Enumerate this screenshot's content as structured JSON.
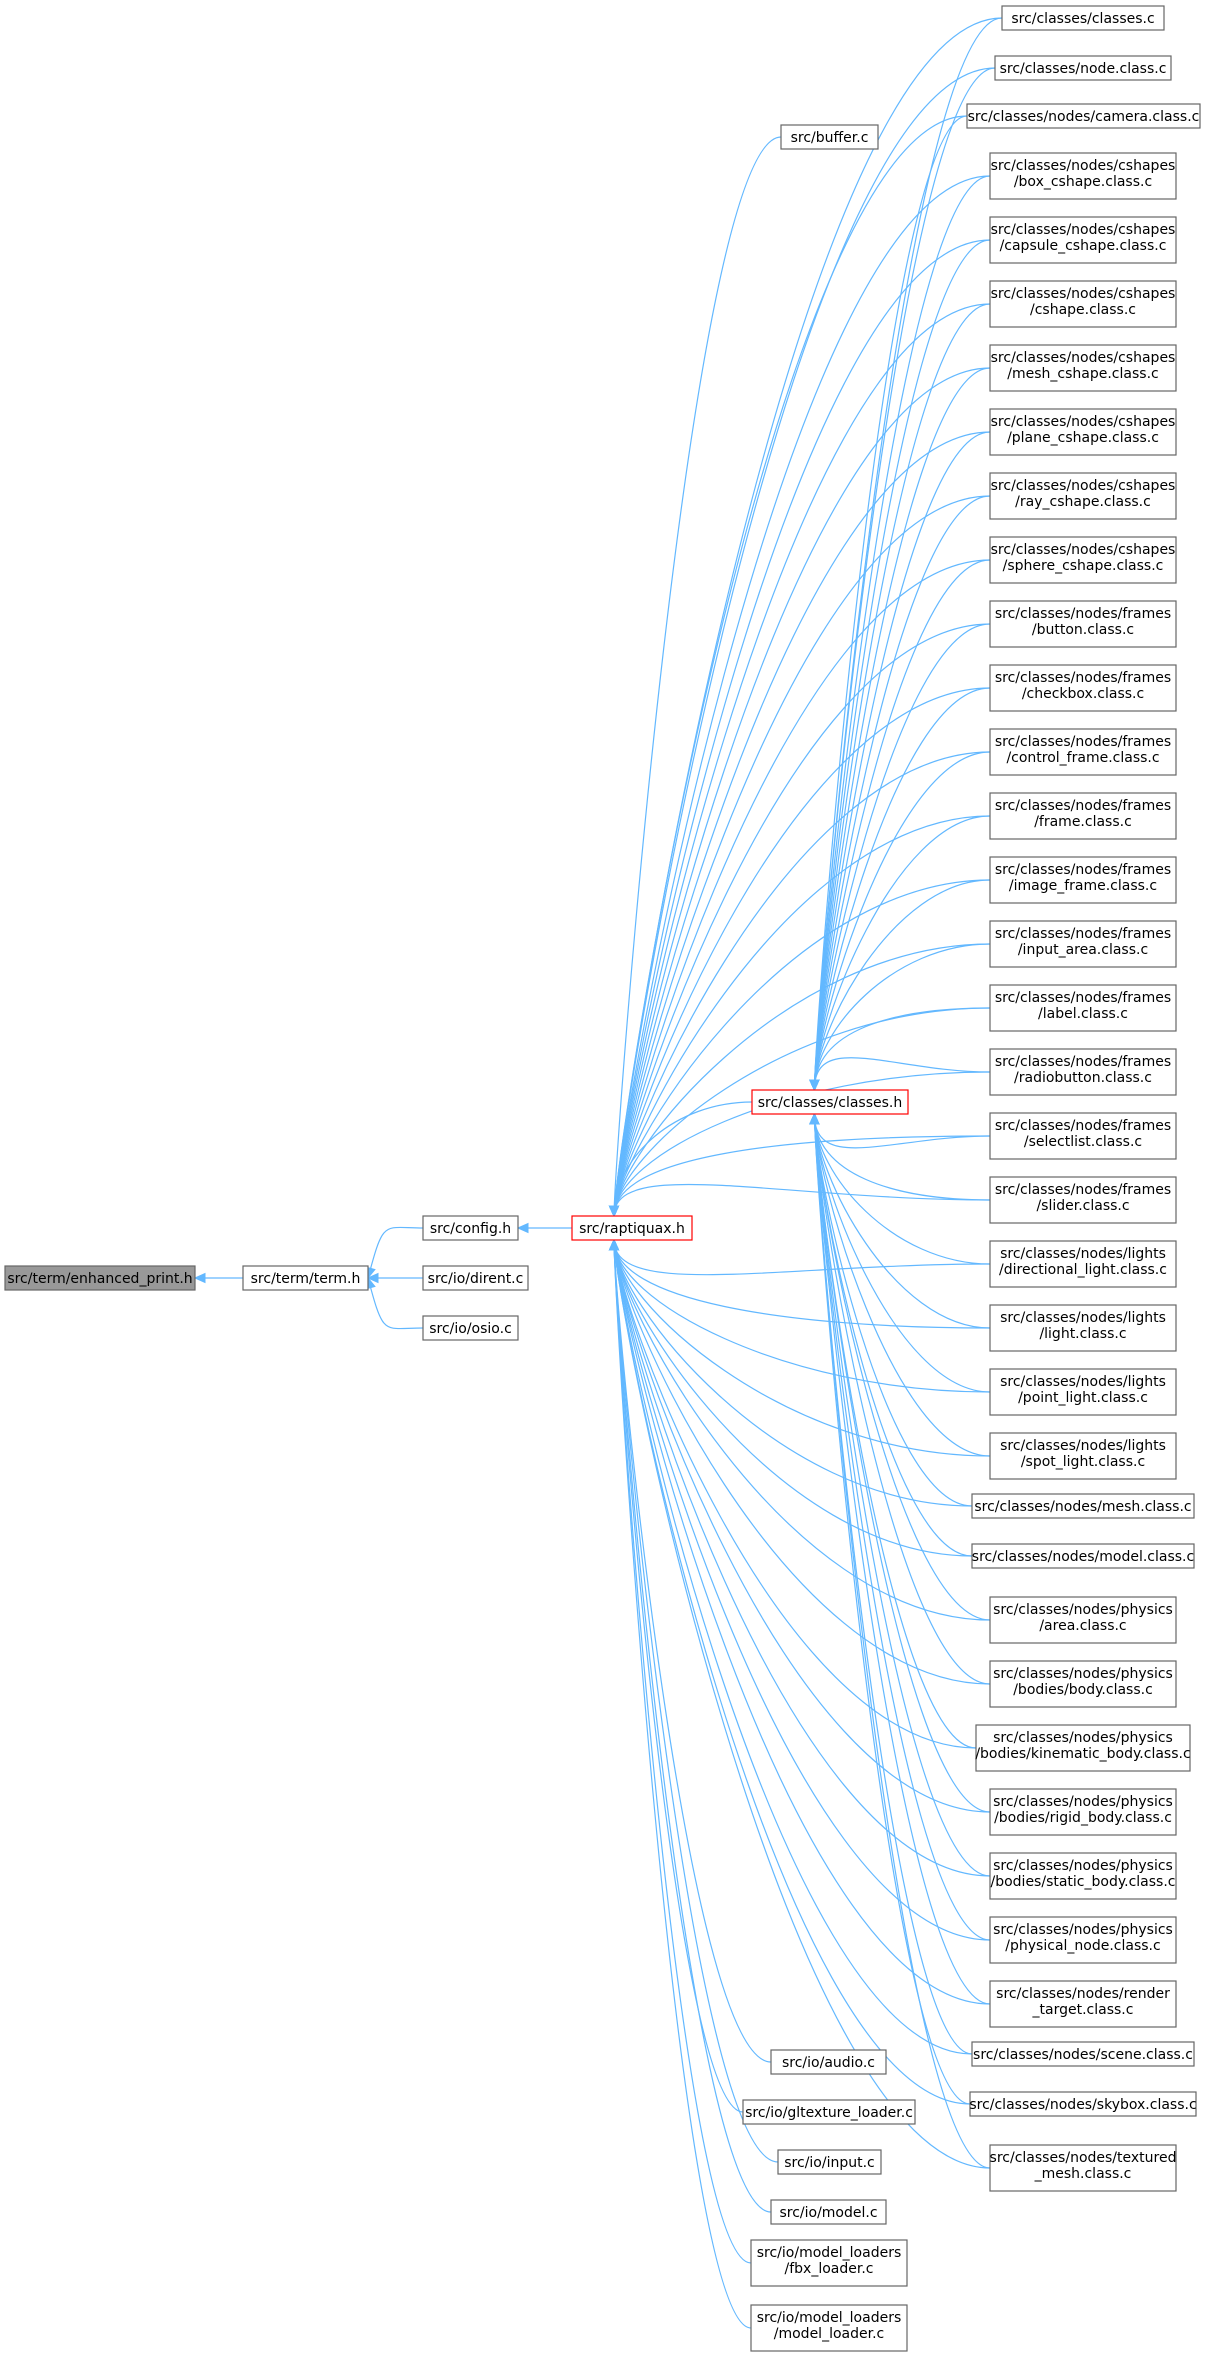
{
  "graph": {
    "nodes": [
      {
        "id": "enhanced_print",
        "lines": [
          "src/term/enhanced_print.h"
        ],
        "style": "root"
      },
      {
        "id": "term",
        "lines": [
          "src/term/term.h"
        ]
      },
      {
        "id": "config",
        "lines": [
          "src/config.h"
        ]
      },
      {
        "id": "dirent",
        "lines": [
          "src/io/dirent.c"
        ]
      },
      {
        "id": "osio",
        "lines": [
          "src/io/osio.c"
        ]
      },
      {
        "id": "raptiquax",
        "lines": [
          "src/raptiquax.h"
        ],
        "style": "red"
      },
      {
        "id": "classes_h",
        "lines": [
          "src/classes/classes.h"
        ],
        "style": "red"
      },
      {
        "id": "buffer",
        "lines": [
          "src/buffer.c"
        ]
      },
      {
        "id": "classes_c",
        "lines": [
          "src/classes/classes.c"
        ]
      },
      {
        "id": "node_class",
        "lines": [
          "src/classes/node.class.c"
        ]
      },
      {
        "id": "camera",
        "lines": [
          "src/classes/nodes/camera.class.c"
        ]
      },
      {
        "id": "box_cshape",
        "lines": [
          "src/classes/nodes/cshapes",
          "/box_cshape.class.c"
        ]
      },
      {
        "id": "capsule_cshape",
        "lines": [
          "src/classes/nodes/cshapes",
          "/capsule_cshape.class.c"
        ]
      },
      {
        "id": "cshape",
        "lines": [
          "src/classes/nodes/cshapes",
          "/cshape.class.c"
        ]
      },
      {
        "id": "mesh_cshape",
        "lines": [
          "src/classes/nodes/cshapes",
          "/mesh_cshape.class.c"
        ]
      },
      {
        "id": "plane_cshape",
        "lines": [
          "src/classes/nodes/cshapes",
          "/plane_cshape.class.c"
        ]
      },
      {
        "id": "ray_cshape",
        "lines": [
          "src/classes/nodes/cshapes",
          "/ray_cshape.class.c"
        ]
      },
      {
        "id": "sphere_cshape",
        "lines": [
          "src/classes/nodes/cshapes",
          "/sphere_cshape.class.c"
        ]
      },
      {
        "id": "button",
        "lines": [
          "src/classes/nodes/frames",
          "/button.class.c"
        ]
      },
      {
        "id": "checkbox",
        "lines": [
          "src/classes/nodes/frames",
          "/checkbox.class.c"
        ]
      },
      {
        "id": "control_frame",
        "lines": [
          "src/classes/nodes/frames",
          "/control_frame.class.c"
        ]
      },
      {
        "id": "frame",
        "lines": [
          "src/classes/nodes/frames",
          "/frame.class.c"
        ]
      },
      {
        "id": "image_frame",
        "lines": [
          "src/classes/nodes/frames",
          "/image_frame.class.c"
        ]
      },
      {
        "id": "input_area",
        "lines": [
          "src/classes/nodes/frames",
          "/input_area.class.c"
        ]
      },
      {
        "id": "label",
        "lines": [
          "src/classes/nodes/frames",
          "/label.class.c"
        ]
      },
      {
        "id": "radiobutton",
        "lines": [
          "src/classes/nodes/frames",
          "/radiobutton.class.c"
        ]
      },
      {
        "id": "selectlist",
        "lines": [
          "src/classes/nodes/frames",
          "/selectlist.class.c"
        ]
      },
      {
        "id": "slider",
        "lines": [
          "src/classes/nodes/frames",
          "/slider.class.c"
        ]
      },
      {
        "id": "directional_light",
        "lines": [
          "src/classes/nodes/lights",
          "/directional_light.class.c"
        ]
      },
      {
        "id": "light",
        "lines": [
          "src/classes/nodes/lights",
          "/light.class.c"
        ]
      },
      {
        "id": "point_light",
        "lines": [
          "src/classes/nodes/lights",
          "/point_light.class.c"
        ]
      },
      {
        "id": "spot_light",
        "lines": [
          "src/classes/nodes/lights",
          "/spot_light.class.c"
        ]
      },
      {
        "id": "mesh",
        "lines": [
          "src/classes/nodes/mesh.class.c"
        ]
      },
      {
        "id": "model_class",
        "lines": [
          "src/classes/nodes/model.class.c"
        ]
      },
      {
        "id": "area",
        "lines": [
          "src/classes/nodes/physics",
          "/area.class.c"
        ]
      },
      {
        "id": "body",
        "lines": [
          "src/classes/nodes/physics",
          "/bodies/body.class.c"
        ]
      },
      {
        "id": "kinematic_body",
        "lines": [
          "src/classes/nodes/physics",
          "/bodies/kinematic_body.class.c"
        ]
      },
      {
        "id": "rigid_body",
        "lines": [
          "src/classes/nodes/physics",
          "/bodies/rigid_body.class.c"
        ]
      },
      {
        "id": "static_body",
        "lines": [
          "src/classes/nodes/physics",
          "/bodies/static_body.class.c"
        ]
      },
      {
        "id": "physical_node",
        "lines": [
          "src/classes/nodes/physics",
          "/physical_node.class.c"
        ]
      },
      {
        "id": "render_target",
        "lines": [
          "src/classes/nodes/render",
          "_target.class.c"
        ]
      },
      {
        "id": "scene",
        "lines": [
          "src/classes/nodes/scene.class.c"
        ]
      },
      {
        "id": "skybox",
        "lines": [
          "src/classes/nodes/skybox.class.c"
        ]
      },
      {
        "id": "textured_mesh",
        "lines": [
          "src/classes/nodes/textured",
          "_mesh.class.c"
        ]
      },
      {
        "id": "audio",
        "lines": [
          "src/io/audio.c"
        ]
      },
      {
        "id": "gltexture_loader",
        "lines": [
          "src/io/gltexture_loader.c"
        ]
      },
      {
        "id": "input",
        "lines": [
          "src/io/input.c"
        ]
      },
      {
        "id": "io_model",
        "lines": [
          "src/io/model.c"
        ]
      },
      {
        "id": "fbx_loader",
        "lines": [
          "src/io/model_loaders",
          "/fbx_loader.c"
        ]
      },
      {
        "id": "model_loader",
        "lines": [
          "src/io/model_loaders",
          "/model_loader.c"
        ]
      }
    ]
  }
}
